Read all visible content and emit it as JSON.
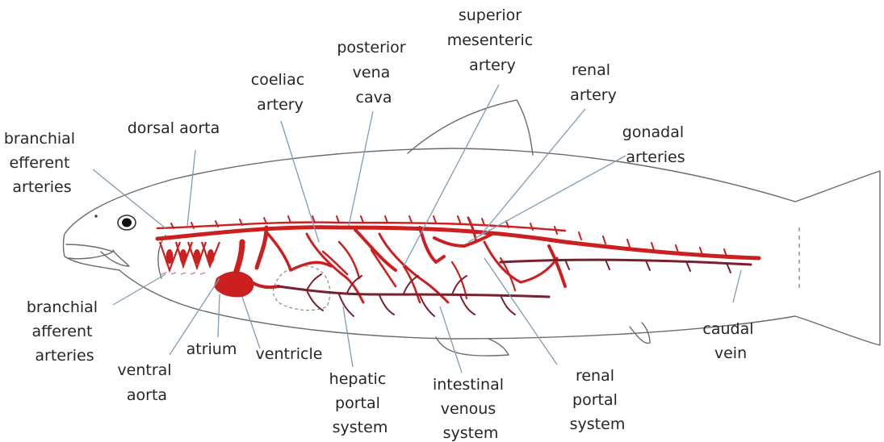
{
  "labels": {
    "superior_mesenteric_artery": [
      "superior",
      "mesenteric",
      "artery"
    ],
    "posterior_vena_cava": [
      "posterior",
      "vena",
      "cava"
    ],
    "coeliac_artery": [
      "coeliac",
      "artery"
    ],
    "renal_artery": [
      "renal",
      "artery"
    ],
    "gonadal_arteries": [
      "gonadal",
      "arteries"
    ],
    "dorsal_aorta": [
      "dorsal aorta"
    ],
    "branchial_efferent_arteries": [
      "branchial",
      "efferent",
      "arteries"
    ],
    "branchial_afferent_arteries": [
      "branchial",
      "afferent",
      "arteries"
    ],
    "atrium": [
      "atrium"
    ],
    "ventricle": [
      "ventricle"
    ],
    "ventral_aorta": [
      "ventral",
      "aorta"
    ],
    "hepatic_portal_system": [
      "hepatic",
      "portal",
      "system"
    ],
    "intestinal_venous_system": [
      "intestinal",
      "venous",
      "system"
    ],
    "renal_portal_system": [
      "renal",
      "portal",
      "system"
    ],
    "caudal_vein": [
      "caudal",
      "vein"
    ]
  },
  "colors": {
    "artery": "#cc1f1f",
    "vein": "#7a1f2e",
    "outline": "#6a6a6a",
    "leader": "#7f9cb4",
    "text": "#262626"
  }
}
